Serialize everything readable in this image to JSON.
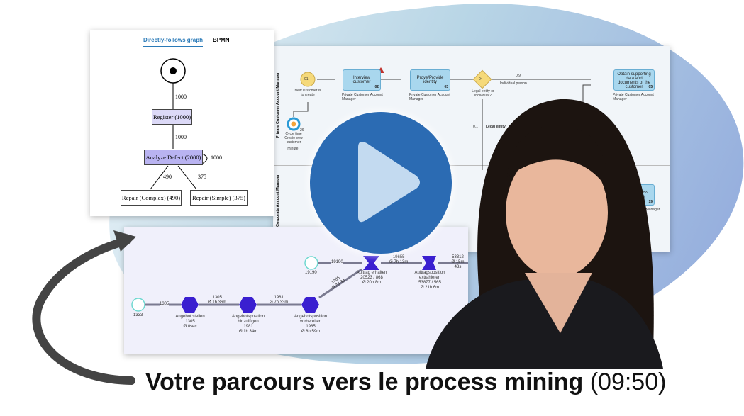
{
  "dfg": {
    "tabs": [
      "Directly-follows graph",
      "BPMN"
    ],
    "nodes": [
      "Register (1000)",
      "Analyze Defect (2000)",
      "Repair (Complex) (490)",
      "Repair (Simple) (375)"
    ],
    "edges": [
      "1000",
      "1000",
      "1000",
      "490",
      "375"
    ]
  },
  "bpmn": {
    "lane1": "Private Customer Account Manager",
    "lane2": "Corporate Account Manager",
    "start": {
      "id": "01",
      "label": "New customer is to create"
    },
    "timer": {
      "num": "26",
      "label": "Cycle time Create new customer",
      "unit": "[minute]"
    },
    "tasks": [
      {
        "label": "Interview customer",
        "num": "02"
      },
      {
        "label": "Prove/Provide identity",
        "num": "03"
      },
      {
        "label": "Obtain supporting data and documents of the customer",
        "num": "05"
      },
      {
        "label": "...t business rela-tion",
        "num": "19"
      }
    ],
    "role": "Private Customer Account Manager",
    "role2": "...ation Account Manager",
    "gateway": {
      "id": "04",
      "label": "Legal entity or individual?"
    },
    "flows": [
      {
        "p": "0.9",
        "label": "Individual person"
      },
      {
        "p": "0.1",
        "label": "Legal entity"
      }
    ]
  },
  "process_map": {
    "starts": [
      "19190",
      "1333"
    ],
    "activities": [
      {
        "name": "Angebot stellen",
        "count": "1305",
        "time": "Ø 0sec"
      },
      {
        "name": "Angebotsposition hinzufügen",
        "count": "1981",
        "time": "Ø 1h 34m"
      },
      {
        "name": "Angebotsposition vorbereiten",
        "count": "1985",
        "time": "Ø 8h 59m"
      },
      {
        "name": "Auftrag erhalten",
        "count": "20523 / 868",
        "time": "Ø 20h 8m"
      },
      {
        "name": "Auftragsposition extrahieren",
        "count": "53877 / 565",
        "time": "Ø 21h 6m"
      }
    ],
    "edges": [
      {
        "v": "1305"
      },
      {
        "v": "1305",
        "t": "Ø 1h 36m"
      },
      {
        "v": "1981",
        "t": "Ø 7h 33m"
      },
      {
        "v": "1985",
        "t": "Ø 2d 3d"
      },
      {
        "v": "19190"
      },
      {
        "v": "19655",
        "t": "Ø 7h 13m"
      },
      {
        "v": "53312",
        "t": "Ø 15m 43s"
      }
    ]
  },
  "caption": {
    "title": "Votre parcours vers le process mining",
    "duration": "(09:50)"
  },
  "colors": {
    "play": "#2b6bb3",
    "activity": "#3a1fd0",
    "task": "#a9d7ee"
  }
}
